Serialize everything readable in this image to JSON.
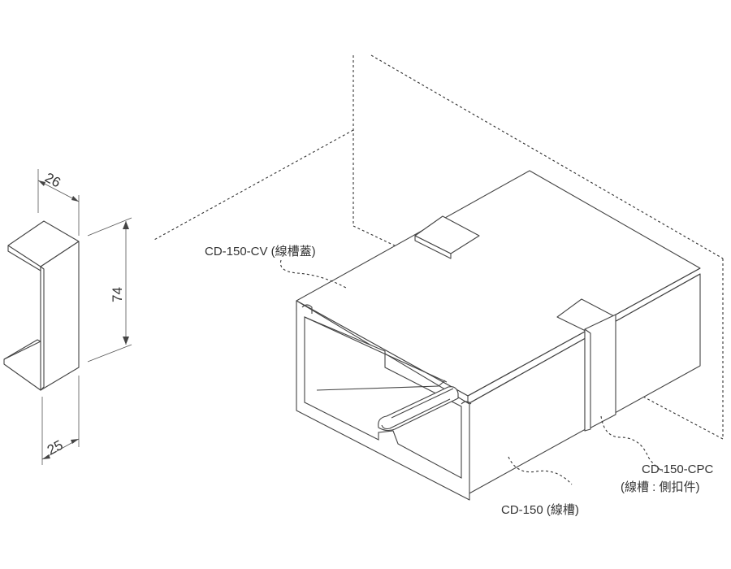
{
  "dimensions": {
    "top_width": "26",
    "height": "74",
    "bottom_width": "25"
  },
  "callouts": {
    "cover": "CD-150-CV (線槽蓋)",
    "duct": "CD-150 (線槽)",
    "clip_line1": "CD-150-CPC",
    "clip_line2": "(線槽 : 側扣件)"
  }
}
